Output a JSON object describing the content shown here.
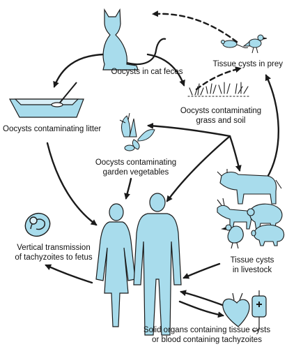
{
  "colors": {
    "fill": "#a8dcec",
    "stroke": "#1a1a1a",
    "background": "#ffffff"
  },
  "labels": {
    "cat_feces": "Oocysts in cat feces",
    "prey": "Tissue cysts in prey",
    "litter": "Oocysts contaminating litter",
    "grass_soil": [
      "Oocysts contaminating",
      "grass and soil"
    ],
    "vegetables": [
      "Oocysts contaminating",
      "garden vegetables"
    ],
    "fetus": [
      "Vertical transmission",
      "of tachyzoites to fetus"
    ],
    "livestock": [
      "Tissue cysts",
      "in livestock"
    ],
    "organs_blood": [
      "Solid organs containing tissue cysts",
      "or blood containing tachyzoites"
    ]
  },
  "icons": [
    "cat-icon",
    "mouse-icon",
    "bird-icon",
    "litter-box-icon",
    "grass-icon",
    "vegetables-icon",
    "fetus-icon",
    "woman-icon",
    "man-icon",
    "cow-icon",
    "goat-icon",
    "sheep-icon",
    "pig-icon",
    "chicken-icon",
    "heart-icon",
    "blood-bag-icon"
  ]
}
